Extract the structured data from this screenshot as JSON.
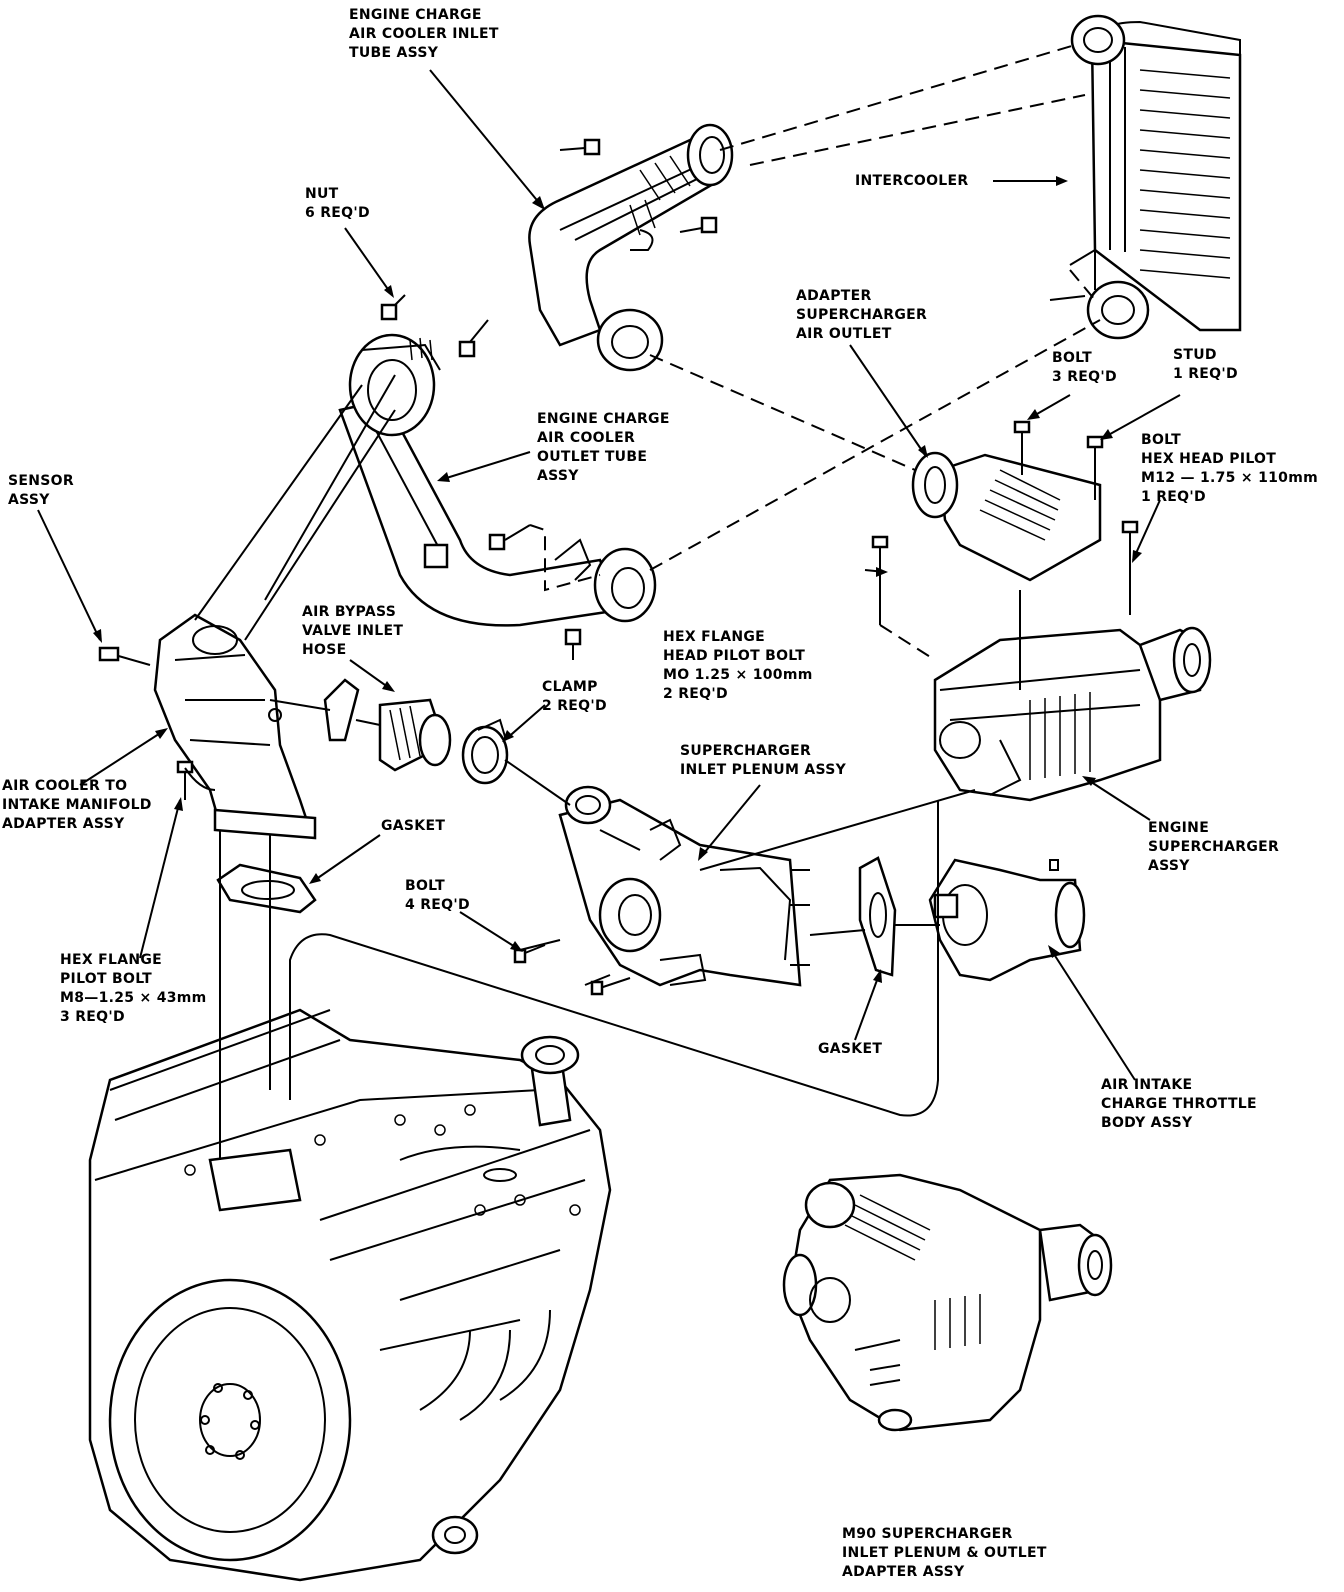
{
  "labels": {
    "inlet_tube": [
      "ENGINE CHARGE",
      "AIR COOLER INLET",
      "TUBE ASSY"
    ],
    "intercooler": [
      "INTERCOOLER"
    ],
    "nut": [
      "NUT",
      "6 REQ'D"
    ],
    "adapter_outlet": [
      "ADAPTER",
      "SUPERCHARGER",
      "AIR OUTLET"
    ],
    "bolt_3": [
      "BOLT",
      "3 REQ'D"
    ],
    "stud": [
      "STUD",
      "1 REQ'D"
    ],
    "bolt_hex_pilot": [
      "BOLT",
      "HEX HEAD PILOT",
      "M12 — 1.75 × 110mm",
      "1 REQ'D"
    ],
    "outlet_tube": [
      "ENGINE CHARGE",
      "AIR COOLER",
      "OUTLET TUBE",
      "ASSY"
    ],
    "sensor": [
      "SENSOR",
      "ASSY"
    ],
    "bypass_hose": [
      "AIR BYPASS",
      "VALVE INLET",
      "HOSE"
    ],
    "hex_flange_head": [
      "HEX FLANGE",
      "HEAD PILOT BOLT",
      "MO 1.25 × 100mm",
      "2 REQ'D"
    ],
    "clamp": [
      "CLAMP",
      "2 REQ'D"
    ],
    "adapter_assy": [
      "AIR COOLER TO",
      "INTAKE MANIFOLD",
      "ADAPTER ASSY"
    ],
    "plenum": [
      "SUPERCHARGER",
      "INLET PLENUM ASSY"
    ],
    "gasket_1": [
      "GASKET"
    ],
    "engine_sc": [
      "ENGINE",
      "SUPERCHARGER",
      "ASSY"
    ],
    "bolt_4": [
      "BOLT",
      "4 REQ'D"
    ],
    "hex_flange_pilot": [
      "HEX FLANGE",
      "PILOT BOLT",
      "M8—1.25 × 43mm",
      "3 REQ'D"
    ],
    "gasket_2": [
      "GASKET"
    ],
    "throttle": [
      "AIR INTAKE",
      "CHARGE THROTTLE",
      "BODY ASSY"
    ],
    "m90": [
      "M90 SUPERCHARGER",
      "INLET PLENUM & OUTLET",
      "ADAPTER ASSY"
    ]
  }
}
